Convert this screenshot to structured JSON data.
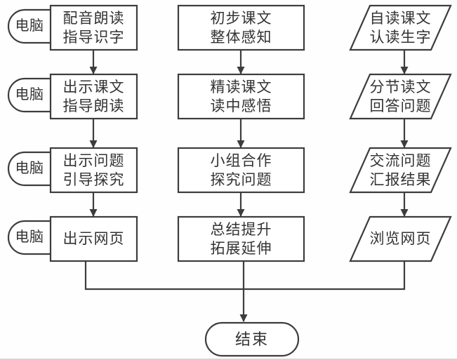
{
  "diagram": {
    "description": "Teaching-process flowchart (Chinese lesson plan) with three parallel tracks converging to an end node",
    "computer_label": "电脑",
    "end_label": "结束",
    "columns": [
      {
        "id": "computer-teacher-track",
        "node_shape": "process-rectangle-with-computer-terminal",
        "steps": [
          {
            "lines": [
              "配音朗读",
              "指导识字"
            ]
          },
          {
            "lines": [
              "出示课文",
              "指导朗读"
            ]
          },
          {
            "lines": [
              "出示问题",
              "引导探究"
            ]
          },
          {
            "lines": [
              "出示网页"
            ]
          }
        ]
      },
      {
        "id": "class-activity-track",
        "node_shape": "process-rectangle",
        "steps": [
          {
            "lines": [
              "初步课文",
              "整体感知"
            ]
          },
          {
            "lines": [
              "精读课文",
              "读中感悟"
            ]
          },
          {
            "lines": [
              "小组合作",
              "探究问题"
            ]
          },
          {
            "lines": [
              "总结提升",
              "拓展延伸"
            ]
          }
        ]
      },
      {
        "id": "student-activity-track",
        "node_shape": "io-parallelogram",
        "steps": [
          {
            "lines": [
              "自读课文",
              "认读生字"
            ]
          },
          {
            "lines": [
              "分节读文",
              "回答问题"
            ]
          },
          {
            "lines": [
              "交流问题",
              "汇报结果"
            ]
          },
          {
            "lines": [
              "浏览网页"
            ]
          }
        ]
      }
    ],
    "colors": {
      "stroke": "#3d3d3d",
      "text": "#333333",
      "background": "#ffffff"
    }
  }
}
